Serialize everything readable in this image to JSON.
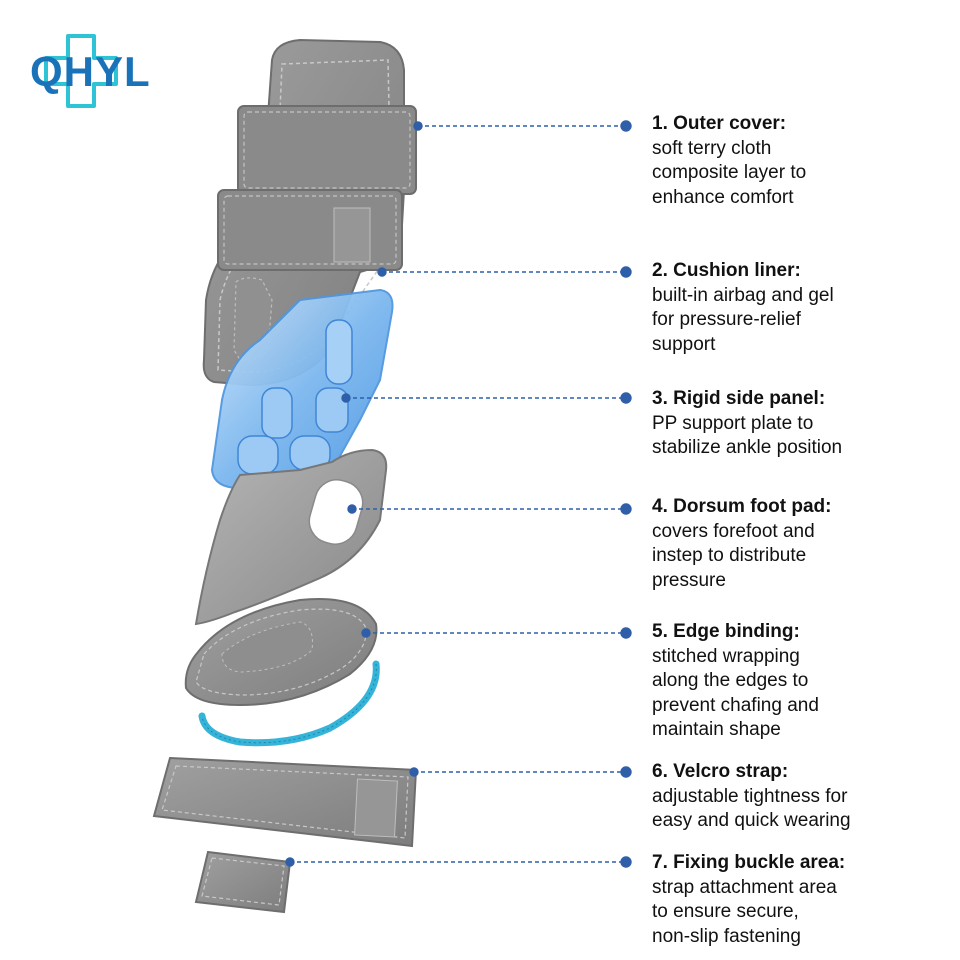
{
  "brand": {
    "logo_text": "QHYL",
    "colors": {
      "blue": "#1a73b8",
      "teal": "#2ec4d6"
    }
  },
  "components": [
    {
      "number": "1",
      "title": "1. Outer cover:",
      "description": "soft terry cloth\ncomposite layer to\nenhance comfort"
    },
    {
      "number": "2",
      "title": "2. Cushion liner:",
      "description": "built-in airbag and gel\nfor pressure-relief\nsupport"
    },
    {
      "number": "3",
      "title": "3. Rigid side panel:",
      "description": "PP support plate to\nstabilize ankle position"
    },
    {
      "number": "4",
      "title": "4. Dorsum foot pad:",
      "description": "covers forefoot and\ninstep to distribute\npressure"
    },
    {
      "number": "5",
      "title": "5. Edge binding:",
      "description": "stitched wrapping\nalong the edges to\nprevent chafing and\nmaintain shape"
    },
    {
      "number": "6",
      "title": "6. Velcro strap:",
      "description": "adjustable tightness for\neasy and quick wearing"
    },
    {
      "number": "7",
      "title": "7. Fixing buckle area:",
      "description": "strap attachment area\nto ensure secure,\nnon-slip fastening"
    }
  ],
  "colors": {
    "fabric": "#8e8e8e",
    "fabric_dark": "#7a7a7a",
    "gel": "#7ab8f0",
    "plate": "#9a9a9a",
    "binding": "#36b4d8",
    "leader": "#2f5fa8"
  }
}
